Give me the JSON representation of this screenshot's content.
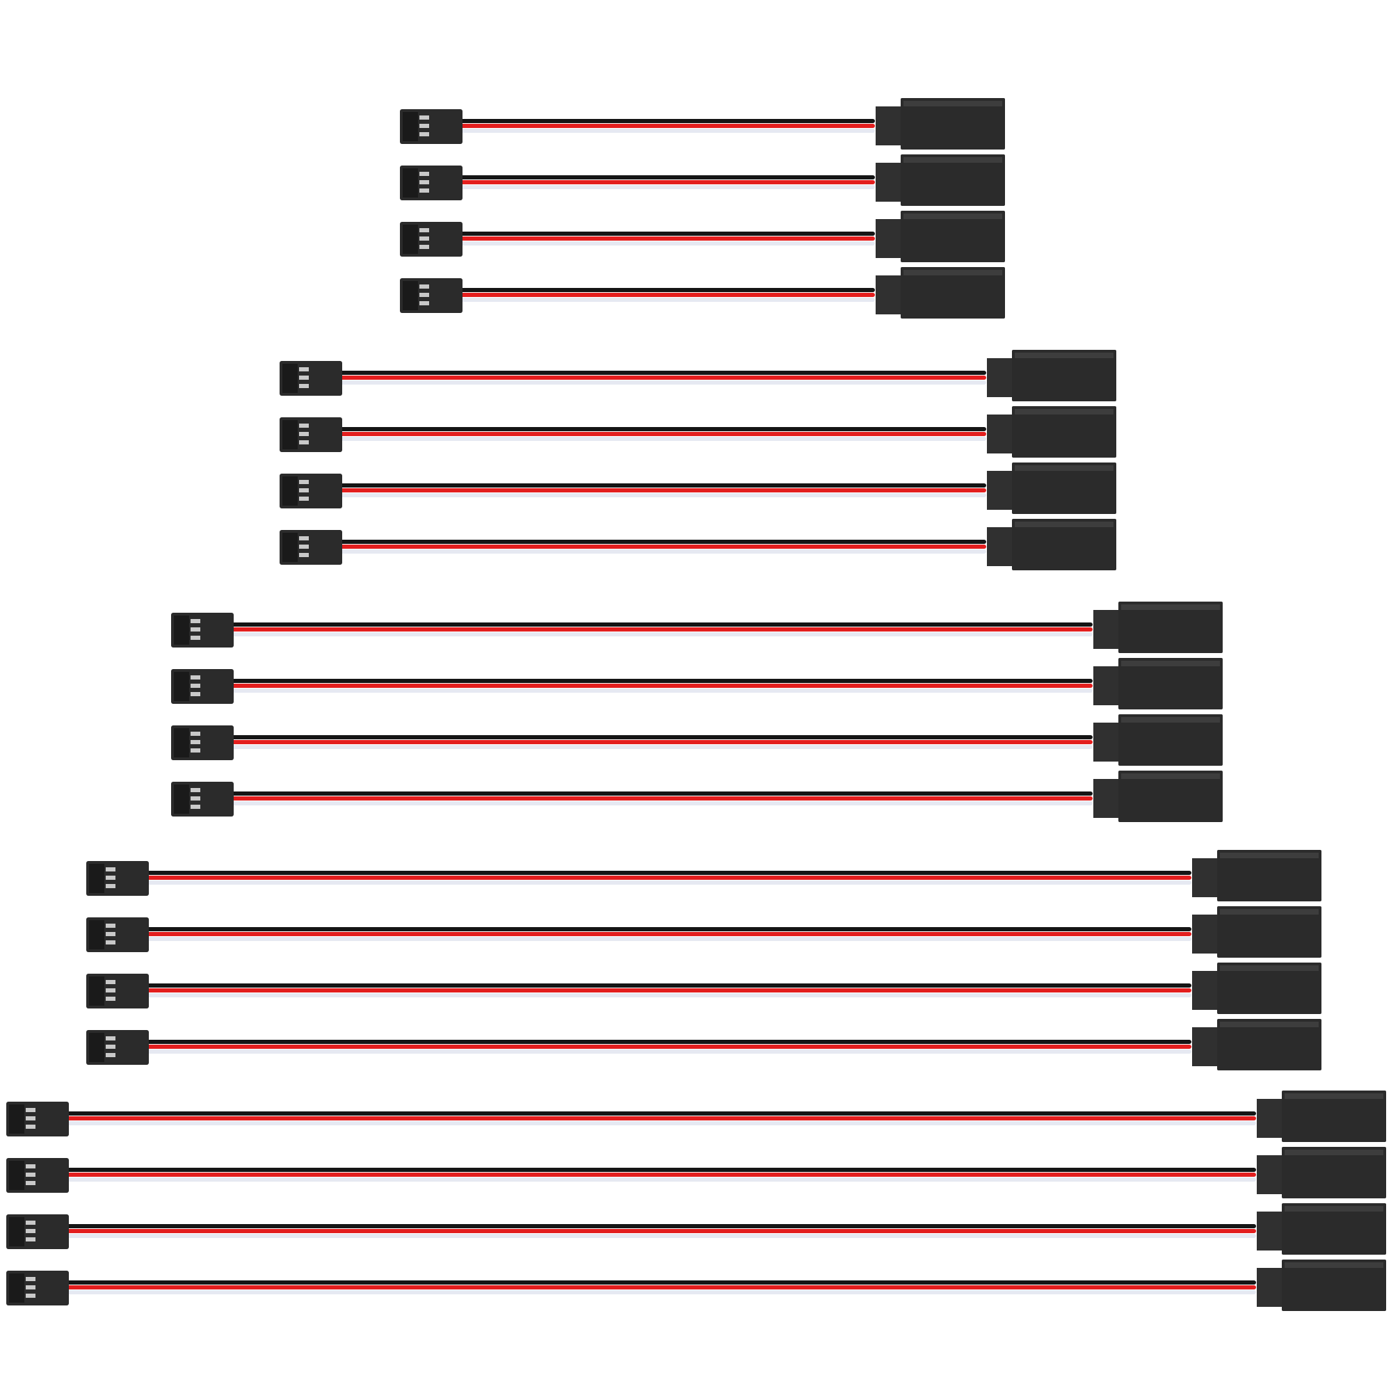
{
  "scene": {
    "subject": "servo-extension-cables",
    "background_color": "#ffffff",
    "wire_colors": {
      "black": "#151515",
      "red": "#e31e1e",
      "white": "#e6e9f2"
    },
    "connector_color": "#2b2b2b",
    "groups": [
      {
        "cable_count": 4
      },
      {
        "cable_count": 4
      },
      {
        "cable_count": 4
      },
      {
        "cable_count": 4
      },
      {
        "cable_count": 4
      }
    ]
  }
}
